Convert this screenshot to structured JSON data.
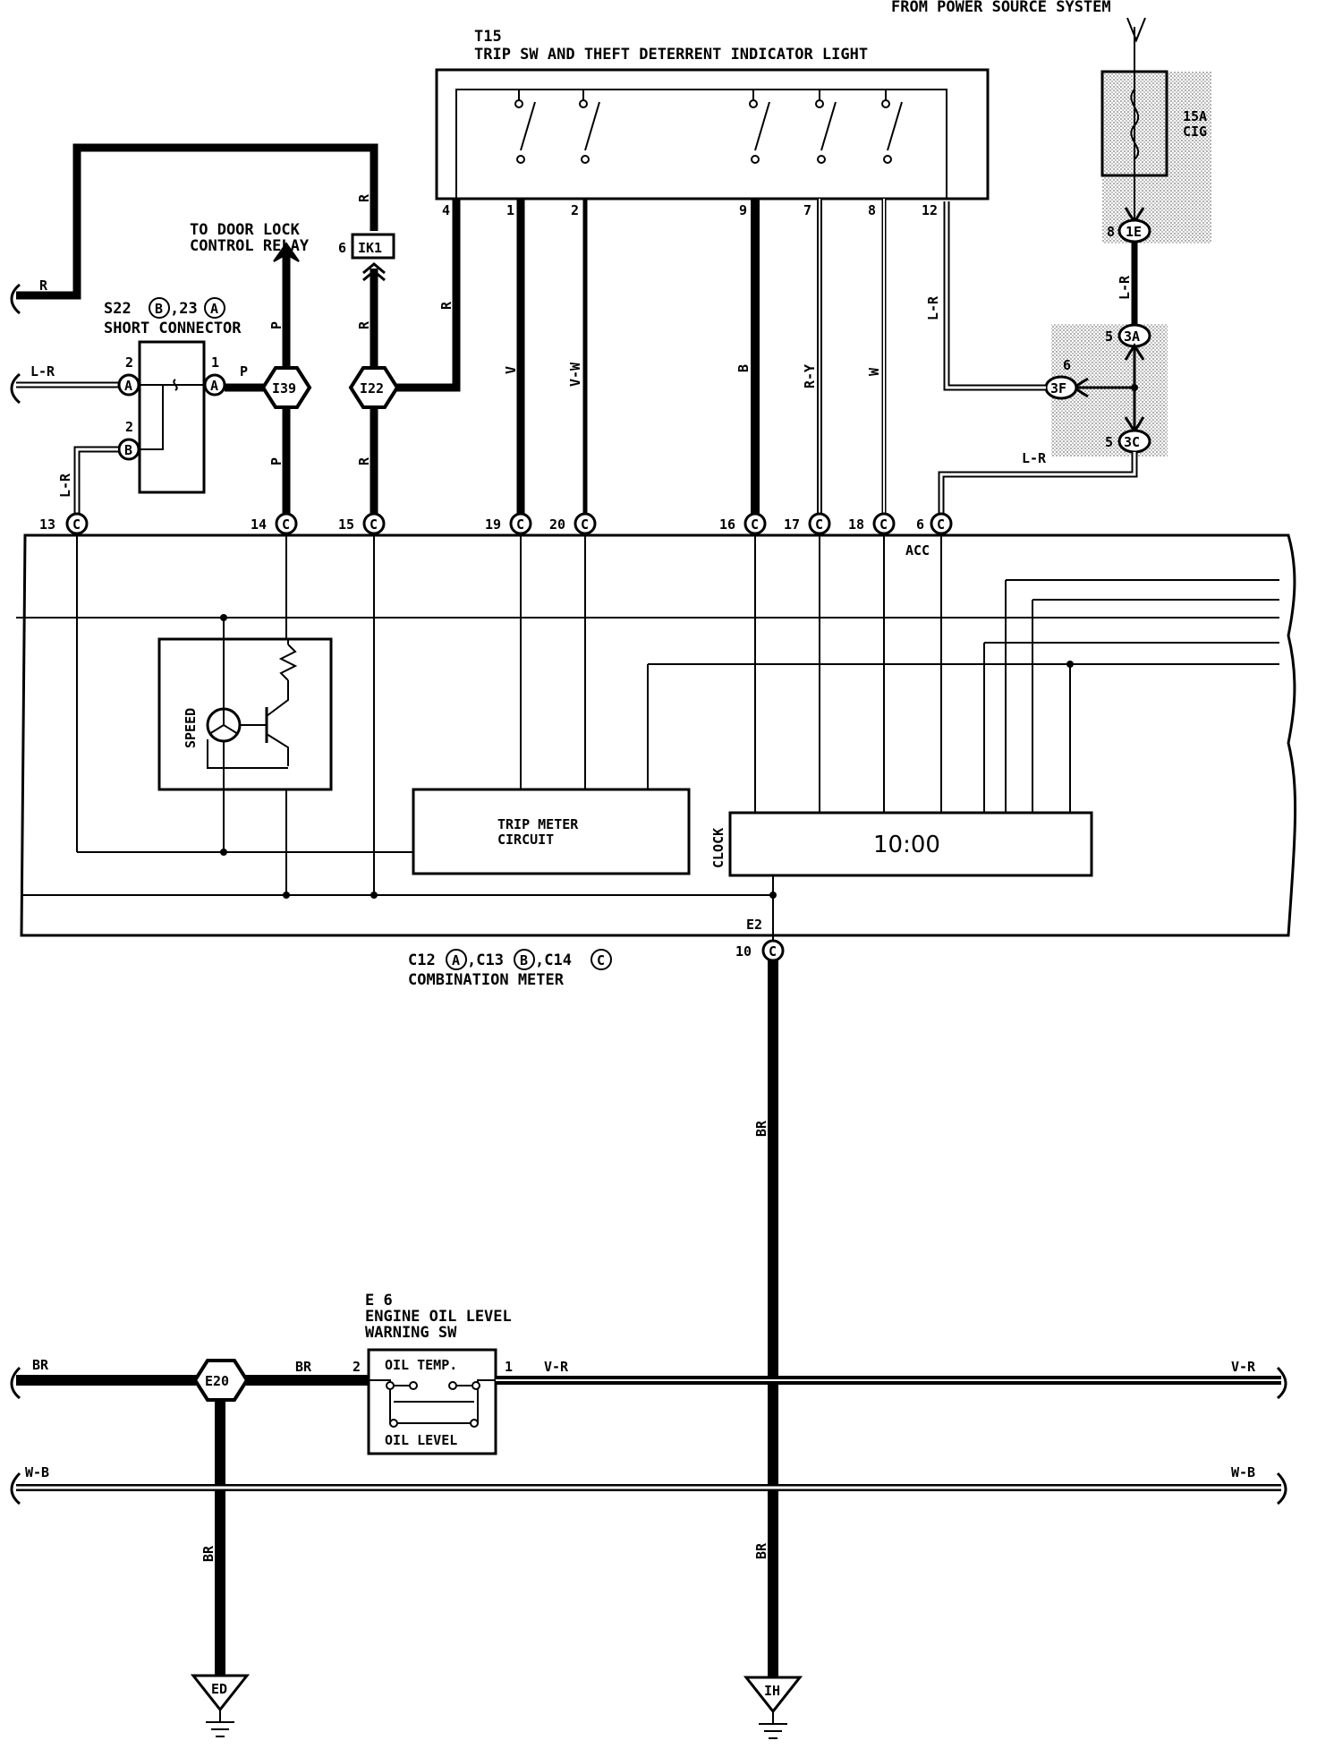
{
  "header": {
    "power_source": "FROM POWER SOURCE SYSTEM"
  },
  "t15": {
    "code": "T15",
    "title": "TRIP SW AND THEFT DETERRENT INDICATOR LIGHT",
    "pins": [
      "4",
      "1",
      "2",
      "9",
      "7",
      "8",
      "12"
    ]
  },
  "fuse": {
    "rating": "15A",
    "name": "CIG"
  },
  "door_lock": {
    "line1": "TO DOOR LOCK",
    "line2": "CONTROL RELAY",
    "pin": "6",
    "connector": "IK1"
  },
  "short_connector": {
    "code": "S22",
    "letter_b": "B",
    "sep": ",23",
    "letter_a": "A",
    "name": "SHORT CONNECTOR",
    "pin_a_left": "2",
    "pin_b_left": "2",
    "pin_a_right": "1",
    "letter_pin_a": "A",
    "letter_pin_b": "B"
  },
  "junctions": {
    "i39": "I39",
    "i22": "I22",
    "e20": "E20",
    "c1e": "1E",
    "c3a": "3A",
    "c3f": "3F",
    "c3c": "3C",
    "pin_1e": "8",
    "pin_3a": "5",
    "pin_3f": "6",
    "pin_3c": "5"
  },
  "wires": {
    "r": "R",
    "lr": "L-R",
    "p": "P",
    "v": "V",
    "vw": "V-W",
    "b": "B",
    "ry": "R-Y",
    "w": "W",
    "br": "BR",
    "vr": "V-R",
    "wb": "W-B"
  },
  "meter_pins": {
    "p13": "13",
    "p14": "14",
    "p15": "15",
    "p19": "19",
    "p20": "20",
    "p16": "16",
    "p17": "17",
    "p18": "18",
    "p6": "6",
    "p10": "10",
    "letter": "C",
    "acc": "ACC",
    "e2": "E2"
  },
  "meter": {
    "speed": "SPEED",
    "trip_line1": "TRIP METER",
    "trip_line2": "CIRCUIT",
    "clock": "CLOCK",
    "time": "10:00",
    "codes_a": "C12",
    "letter_a": "A",
    "codes_b": ",C13",
    "letter_b": "B",
    "codes_c": ",C14",
    "letter_c": "C",
    "name": "COMBINATION METER"
  },
  "oil_sw": {
    "code": "E 6",
    "line1": "ENGINE OIL LEVEL",
    "line2": "WARNING SW",
    "temp": "OIL TEMP.",
    "level": "OIL LEVEL",
    "pin_left": "2",
    "pin_right": "1"
  },
  "grounds": {
    "ed": "ED",
    "ih": "IH"
  }
}
